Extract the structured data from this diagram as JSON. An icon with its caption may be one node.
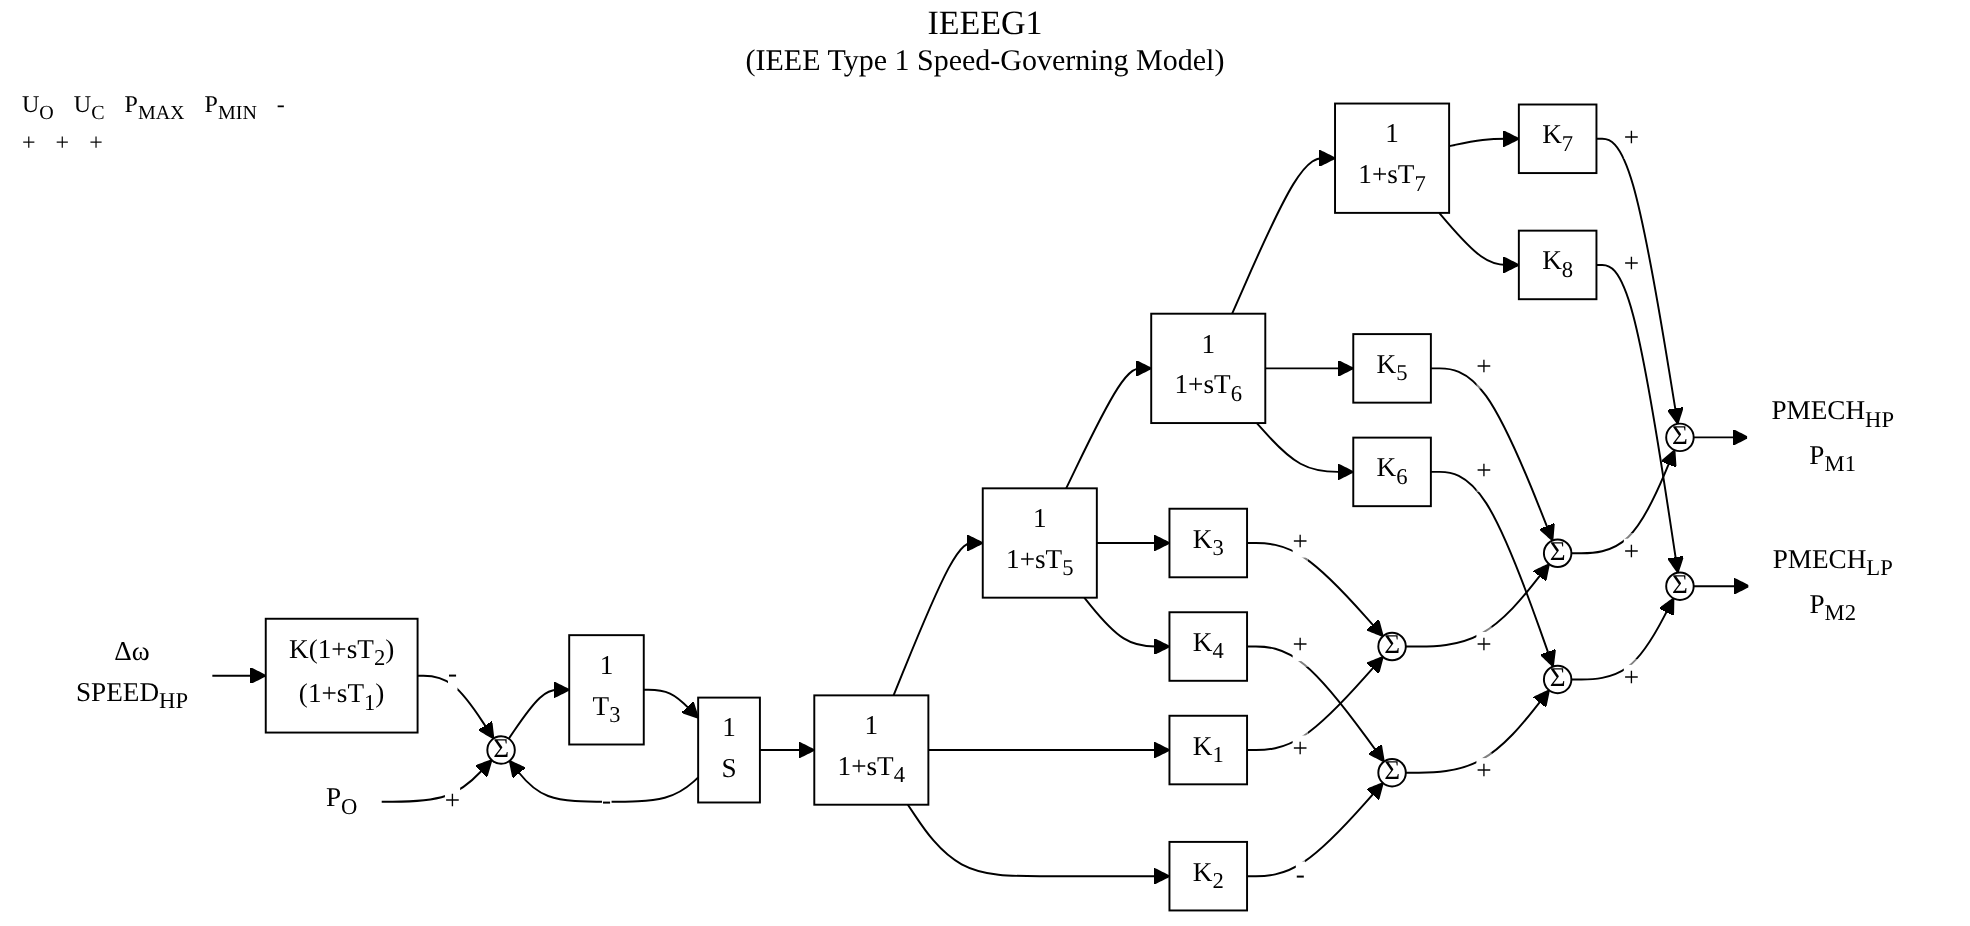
{
  "diagram": {
    "title": "IEEEG1",
    "nodes": [
      {
        "text": [
          "Δω",
          "SPEED$_{HP}$"
        ]
      },
      {
        "text": [
          "K(1+sT$_{2}$)",
          "(1+sT$_{1}$)"
        ]
      },
      {
        "text": [
          "Σ"
        ]
      },
      {
        "text": [
          "P$_{O}$"
        ]
      },
      {
        "text": [
          "1",
          "T$_{3}$"
        ]
      },
      {
        "text": [
          "1",
          "S"
        ]
      },
      {
        "text": [
          "1",
          "1+sT$_{4}$"
        ]
      },
      {
        "text": [
          "1",
          "1+sT$_{5}$"
        ]
      },
      {
        "text": [
          "1",
          "1+sT$_{6}$"
        ]
      },
      {
        "text": [
          "1",
          "1+sT$_{7}$"
        ]
      },
      {
        "text": [
          "K$_{1}$"
        ]
      },
      {
        "text": [
          "K$_{2}$"
        ]
      },
      {
        "text": [
          "K$_{3}$"
        ]
      },
      {
        "text": [
          "K$_{4}$"
        ]
      },
      {
        "text": [
          "K$_{5}$"
        ]
      },
      {
        "text": [
          "K$_{6}$"
        ]
      },
      {
        "text": [
          "K$_{7}$"
        ]
      },
      {
        "text": [
          "K$_{8}$"
        ]
      },
      {
        "text": [
          "Σ"
        ]
      },
      {
        "text": [
          "Σ"
        ]
      },
      {
        "text": [
          "Σ"
        ]
      },
      {
        "text": [
          "Σ"
        ]
      },
      {
        "text": [
          "Σ"
        ]
      },
      {
        "text": [
          "Σ"
        ]
      },
      {
        "text": [
          "PMECH$_{HP}$",
          "P$_{M1}$"
        ]
      },
      {
        "text": [
          "PMECH$_{LP}$",
          "P$_{M2}$"
        ]
      }
    ],
    "edges": [
      {
        "from": 0,
        "to": 1,
        "arrow": "to"
      },
      {
        "from": 1,
        "to": 2,
        "arrow": "to",
        "label": "-"
      },
      {
        "from": 3,
        "to": 2,
        "arrow": "to",
        "label": "+"
      },
      {
        "from": 2,
        "to": 4,
        "arrow": "to"
      },
      {
        "from": 4,
        "to": 5,
        "arrow": "to"
      },
      {
        "from": 5,
        "to": 6,
        "arrow": "to"
      },
      {
        "from": 5,
        "to": 2,
        "arrow": "to",
        "label": "-"
      },
      {
        "from": 6,
        "to": 7,
        "arrow": "to"
      },
      {
        "from": 7,
        "to": 8,
        "arrow": "to"
      },
      {
        "from": 8,
        "to": 9,
        "arrow": "to"
      },
      {
        "from": 6,
        "to": 10,
        "arrow": "to"
      },
      {
        "from": 6,
        "to": 11,
        "arrow": "to"
      },
      {
        "from": 7,
        "to": 12,
        "arrow": "to"
      },
      {
        "from": 7,
        "to": 13,
        "arrow": "to"
      },
      {
        "from": 8,
        "to": 14,
        "arrow": "to"
      },
      {
        "from": 8,
        "to": 15,
        "arrow": "to"
      },
      {
        "from": 9,
        "to": 16,
        "arrow": "to"
      },
      {
        "from": 9,
        "to": 17,
        "arrow": "to"
      },
      {
        "from": 10,
        "to": 18,
        "arrow": "to",
        "label": "+"
      },
      {
        "from": 12,
        "to": 18,
        "arrow": "to",
        "label": "+"
      },
      {
        "from": 18,
        "to": 19,
        "arrow": "to",
        "label": "+"
      },
      {
        "from": 14,
        "to": 19,
        "arrow": "to",
        "label": "+"
      },
      {
        "from": 19,
        "to": 20,
        "arrow": "to",
        "label": "+"
      },
      {
        "from": 16,
        "to": 20,
        "arrow": "to",
        "label": "+"
      },
      {
        "from": 20,
        "to": 24,
        "arrow": "to"
      },
      {
        "from": 11,
        "to": 21,
        "arrow": "to",
        "label": "-"
      },
      {
        "from": 13,
        "to": 21,
        "arrow": "to",
        "label": "+"
      },
      {
        "from": 21,
        "to": 22,
        "arrow": "to",
        "label": "+"
      },
      {
        "from": 15,
        "to": 22,
        "arrow": "to",
        "label": "+"
      },
      {
        "from": 22,
        "to": 23,
        "arrow": "to",
        "label": "+"
      },
      {
        "from": 17,
        "to": 23,
        "arrow": "to",
        "label": "+"
      },
      {
        "from": 23,
        "to": 25,
        "arrow": "to"
      }
    ],
    "labels": [
      "(IEEE Type 1 Speed-Governing Model)",
      "U$_{O}$",
      "U$_{C}$",
      "P$_{MAX}$",
      "P$_{MIN}$",
      "-",
      "+",
      "+",
      "+"
    ]
  }
}
